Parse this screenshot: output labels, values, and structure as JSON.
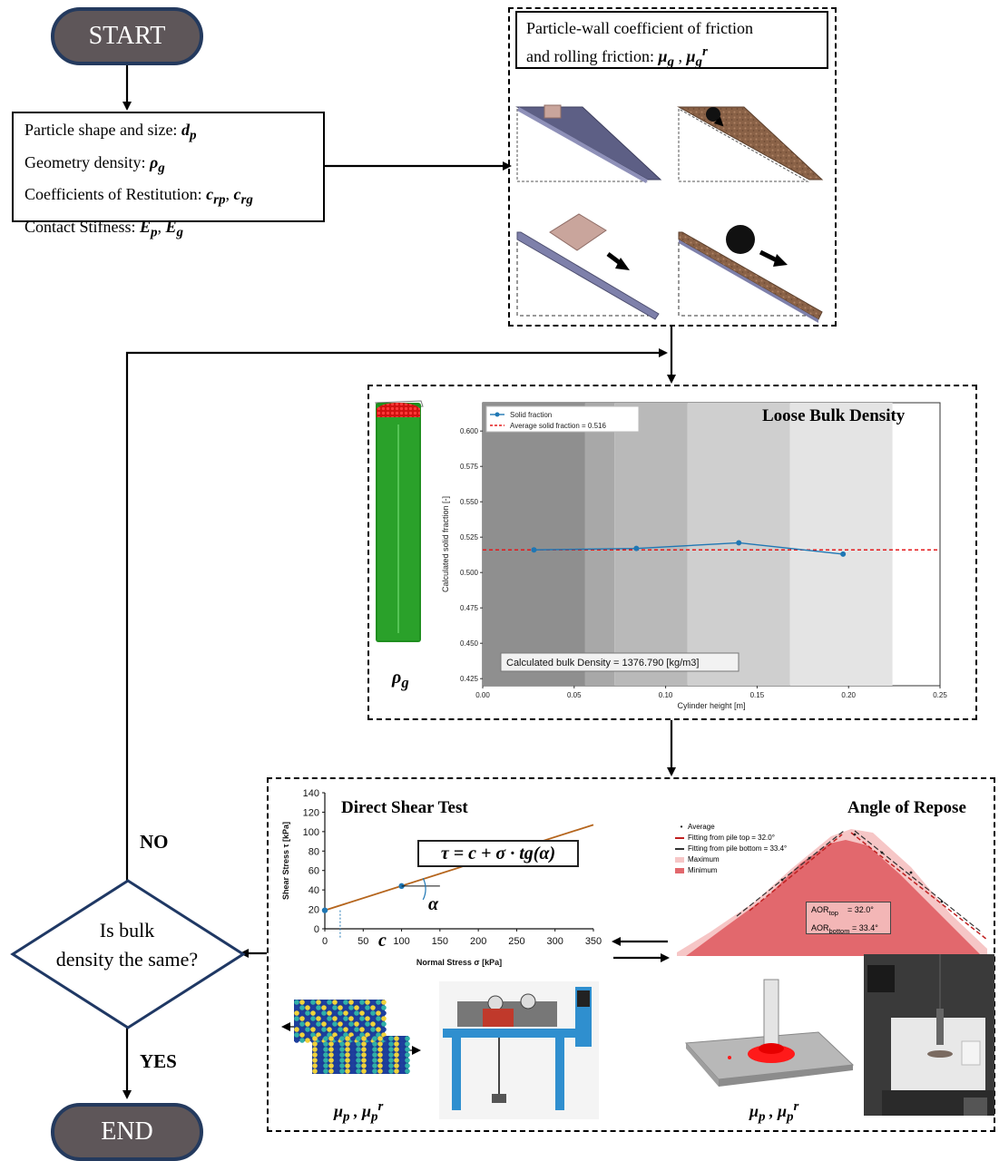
{
  "start_label": "START",
  "end_label": "END",
  "inputs": {
    "line1": "Particle shape and size: ",
    "line1_sym": "d",
    "line1_sub": "p",
    "line2": "Geometry density: ",
    "line2_sym": "ρ",
    "line2_sub": "g",
    "line3": "Coefficients of Restitution: ",
    "line3_sym": "c",
    "line3_sub": "rp",
    "line3_sym2": "c",
    "line3_sub2": "rg",
    "line4": "Contact Stifness: ",
    "line4_sym": "E",
    "line4_sub": "p",
    "line4_sym2": "E",
    "line4_sub2": "g"
  },
  "friction_panel": {
    "title_line1": "Particle-wall coefficient of friction",
    "title_line2": "and rolling friction: ",
    "title_sym": "μ",
    "title_sub": "g",
    "title_sym2": "μ",
    "title_sub2": "g",
    "title_sup2": "r"
  },
  "density_panel": {
    "title": "Loose Bulk Density",
    "rho_sym": "ρ",
    "rho_sub": "g"
  },
  "decision": {
    "line1": "Is bulk",
    "line2": "density the same?",
    "no_label": "NO",
    "yes_label": "YES"
  },
  "shear_panel": {
    "title": "Direct Shear Test",
    "equation": "τ = c + σ · tg(α)",
    "alpha": "α",
    "c_label": "c",
    "mu_sym": "μ",
    "mu_sub": "p",
    "mu_sup": "r"
  },
  "repose_panel": {
    "title": "Angle of Repose",
    "legend": [
      "Average",
      "Fitting from pile top = 32.0°",
      "Fitting from pile bottom = 33.4°",
      "Maximum",
      "Minimum"
    ],
    "aor_top_label": "AOR",
    "aor_top_sub": "top",
    "aor_top_value": "= 32.0°",
    "aor_bottom_label": "AOR",
    "aor_bottom_sub": "bottom",
    "aor_bottom_value": "= 33.4°",
    "mu_sym": "μ",
    "mu_sub": "p",
    "mu_sup": "r"
  },
  "chart_data": [
    {
      "type": "line",
      "title": "",
      "xlabel": "Cylinder height [m]",
      "ylabel": "Calculated solid fraction [-]",
      "xlim": [
        0.0,
        0.25
      ],
      "ylim": [
        0.42,
        0.62
      ],
      "x_ticks": [
        "0.00",
        "0.05",
        "0.10",
        "0.15",
        "0.20",
        "0.25"
      ],
      "y_ticks": [
        "0.425",
        "0.450",
        "0.475",
        "0.500",
        "0.525",
        "0.550",
        "0.575",
        "0.600"
      ],
      "legend": [
        "Solid fraction",
        "Average solid fraction = 0.516"
      ],
      "legend_position": "top-left",
      "annotation": "Calculated bulk Density = 1376.790 [kg/m3]",
      "series": [
        {
          "name": "Solid fraction",
          "x": [
            0.028,
            0.084,
            0.14,
            0.197
          ],
          "values": [
            0.516,
            0.517,
            0.521,
            0.513
          ],
          "color": "#1f77b4"
        }
      ],
      "hlines": [
        {
          "name": "Average solid fraction = 0.516",
          "value": 0.516,
          "color": "#e41a1c"
        }
      ],
      "shaded_bands": [
        {
          "x": [
            0.0,
            0.056
          ],
          "shade": "#8f8f8f"
        },
        {
          "x": [
            0.056,
            0.072
          ],
          "shade": "#a8a8a8"
        },
        {
          "x": [
            0.072,
            0.112
          ],
          "shade": "#b9b9b9"
        },
        {
          "x": [
            0.112,
            0.168
          ],
          "shade": "#cfcfcf"
        },
        {
          "x": [
            0.168,
            0.224
          ],
          "shade": "#e4e4e4"
        }
      ]
    },
    {
      "type": "line",
      "title": "",
      "xlabel": "Normal Stress σ [kPa]",
      "ylabel": "Shear Stress τ [kPa]",
      "xlim": [
        0,
        350
      ],
      "ylim": [
        0,
        140
      ],
      "x_ticks": [
        "0",
        "50",
        "100",
        "150",
        "200",
        "250",
        "300",
        "350"
      ],
      "y_ticks": [
        "0",
        "20",
        "40",
        "60",
        "80",
        "100",
        "120",
        "140"
      ],
      "series": [
        {
          "name": "fit",
          "x": [
            0,
            350
          ],
          "values": [
            19,
            107
          ],
          "color": "#b5651d"
        },
        {
          "name": "points",
          "x": [
            0,
            100
          ],
          "values": [
            19,
            44
          ],
          "color": "#1f77b4"
        }
      ]
    }
  ]
}
